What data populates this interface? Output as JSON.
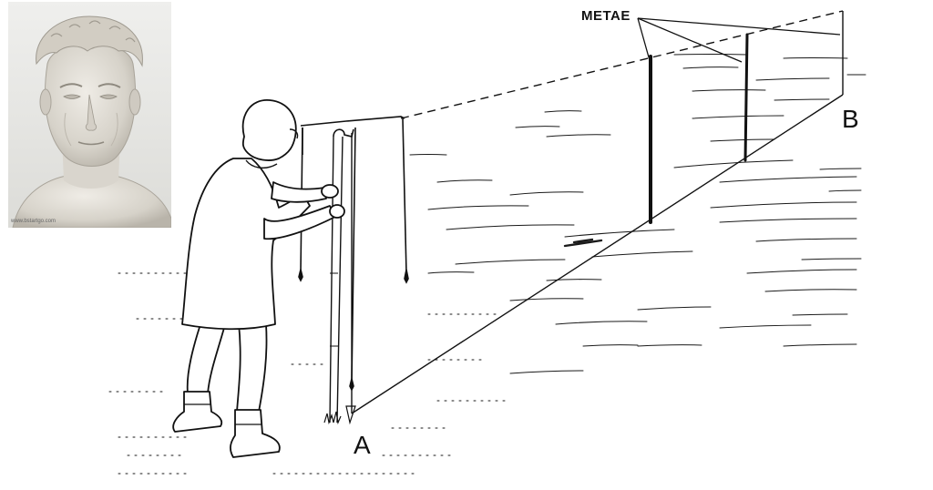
{
  "figure": {
    "labels": {
      "metae": "METAE",
      "point_a": "A",
      "point_b": "B"
    },
    "portrait": {
      "subject": "marble-bust-portrait",
      "credit": "www.bstartgo.com"
    },
    "colors": {
      "ink": "#111111",
      "paper": "#ffffff",
      "marble_light": "#e4e1da",
      "marble_shadow": "#b9b4aa",
      "portrait_bg": "#e9e9e7"
    }
  }
}
